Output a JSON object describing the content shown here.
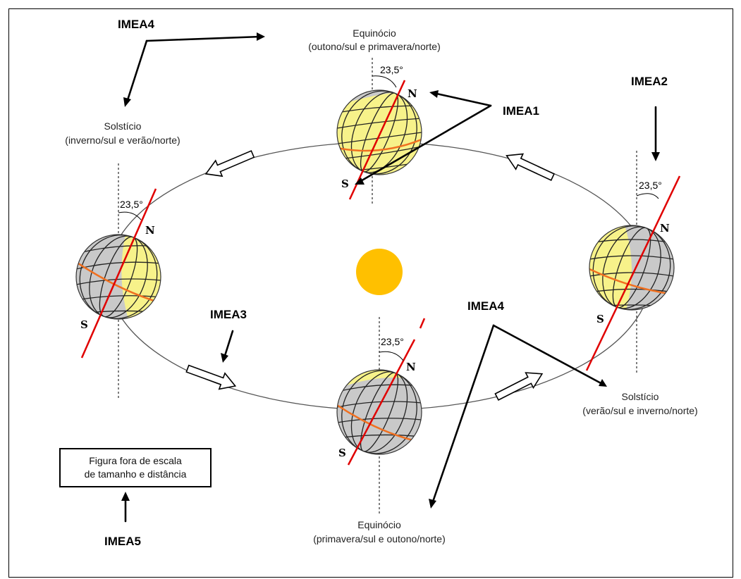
{
  "labels": {
    "imea1": "IMEA1",
    "imea2": "IMEA2",
    "imea3": "IMEA3",
    "imea4_top": "IMEA4",
    "imea4_bottom": "IMEA4",
    "imea5": "IMEA5"
  },
  "captions": {
    "top": {
      "title": "Equinócio",
      "detail": "(outono/sul  e primavera/norte)"
    },
    "left": {
      "title": "Solstício",
      "detail": "(inverno/sul  e verão/norte)"
    },
    "right": {
      "title": "Solstício",
      "detail": "(verão/sul  e inverno/norte)"
    },
    "bottom": {
      "title": "Equinócio",
      "detail": "(primavera/sul  e outono/norte)"
    }
  },
  "tilt_label": "23,5°",
  "poles": {
    "north": "N",
    "south": "S"
  },
  "note": {
    "line1": "Figura fora de escala",
    "line2": "de tamanho  e distância"
  },
  "colors": {
    "lit": "#f7f28a",
    "shadow": "#c9c9c9",
    "sun": "#ffc000",
    "axis": "#e00000",
    "equator": "#f07020"
  }
}
